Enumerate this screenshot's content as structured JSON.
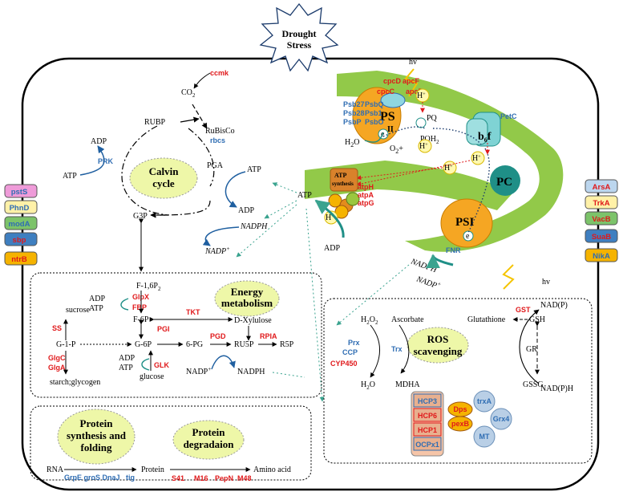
{
  "stress": {
    "line1": "Drought",
    "line2": "Stress"
  },
  "calvin": {
    "title_line1": "Calvin",
    "title_line2": "cycle",
    "ccmk": "ccmk",
    "co2": "CO",
    "co2_sub": "2",
    "rubp": "RUBP",
    "rubisco": "RuBisCo",
    "rbcs": "rbcs",
    "adp_left": "ADP",
    "prk": "PRK",
    "atp_left": "ATP",
    "pga": "PGA",
    "atp_right": "ATP",
    "adp_right": "ADP",
    "nadph": "NADPH",
    "nadp": "NADP",
    "nadp_sup": "+",
    "g3p": "G3P"
  },
  "transporters_left": [
    "pstS",
    "PhnD",
    "modA",
    "sbp",
    "ntrB"
  ],
  "transporters_right": [
    "ArsA",
    "TrkA",
    "VacB",
    "SuaB",
    "NikA"
  ],
  "photosynthesis": {
    "hv_top": "hv",
    "hv_bottom": "hv",
    "h_plus": "H",
    "pq": "PQ",
    "pqh2": "PQH",
    "pqh2_sub": "2",
    "cytb6f": "b",
    "cytb6f_sub": "6",
    "cytb6f_f": "f",
    "petc": "PetC",
    "ps2_label": "PS",
    "ps2_roman": "II",
    "ps1_label": "PSI",
    "pc": "PC",
    "fnr": "FNR",
    "h2o": "H",
    "h2o_mid": "2",
    "h2o_end": "O",
    "o2": "O",
    "o2_sub": "2",
    "plus": "+",
    "e_minus": "e",
    "atp": "ATP",
    "adp": "ADP",
    "nadph": "NADPH",
    "nadp": "NADP",
    "atp_synthesis": "ATP",
    "atp_synthesis2": "synthesis",
    "red_genes": [
      "cpcD",
      "apcF",
      "cpcC",
      "apcB"
    ],
    "blue_genes_left": [
      "Psb27",
      "PsbQ",
      "Psb28",
      "Psb1",
      "PsbP",
      "PsbO"
    ],
    "atp_genes": [
      "atpH",
      "atpA",
      "atpG"
    ]
  },
  "energy": {
    "title_line1": "Energy",
    "title_line2": "metabolism",
    "f16p2": "F-1,6P",
    "f16p2_sub": "2",
    "adp": "ADP",
    "atp": "ATP",
    "glpx": "GlpX",
    "fbp": "FBP",
    "f6p": "F-6P",
    "tkt": "TKT",
    "dxylulose": "D-Xylulose",
    "sucrose": "sucrose",
    "ss": "SS",
    "pgi": "PGI",
    "g1p": "G-1-P",
    "g6p": "G-6P",
    "pg6": "6-PG",
    "pgd": "PGD",
    "ru5p": "RU5P",
    "rpia": "RPIA",
    "r5p": "R5P",
    "glgc": "GlgC",
    "glga": "GlgA",
    "adp2": "ADP",
    "atp2": "ATP",
    "glk": "GLK",
    "glucose": "glucose",
    "starch": "starch;glycogen",
    "nadp": "NADP",
    "nadph": "NADPH"
  },
  "ros": {
    "title_line1": "ROS",
    "title_line2": "scavenging",
    "h2o2": "H",
    "h2o2_a": "2",
    "h2o2_b": "O",
    "h2o2_c": "2",
    "ascorbate": "Ascorbate",
    "glutathione": "Glutathione",
    "gst": "GST",
    "gsh": "GSH",
    "nadp": "NAD(P)",
    "nadph": "NAD(P)H",
    "gr": "GR",
    "gssg": "GSSG",
    "mdha": "MDHA",
    "prx": "Prx",
    "ccp": "CCP",
    "cyp450": "CYP450",
    "trx": "Trx",
    "h2o": "H",
    "h2o_sub": "2",
    "h2o_o": "O",
    "hcp_boxes": [
      "HCP3",
      "HCP6",
      "HCP1",
      "OCPx1"
    ],
    "dps": "Dps",
    "pexb": "pexB",
    "trxa": "trxA",
    "grx4": "Grx4",
    "mt": "MT"
  },
  "protein": {
    "synth_line1": "Protein",
    "synth_line2": "synthesis and",
    "synth_line3": "folding",
    "deg_line1": "Protein",
    "deg_line2": "degradaion",
    "rna": "RNA",
    "protein": "Protein",
    "amino_acid": "Amino acid",
    "chaperones": "GrpE  groS  DnaJ",
    "tig": "tig",
    "proteases": [
      "S41",
      "M16",
      "PepN",
      "M48"
    ]
  },
  "colors": {
    "red": "#e0191b",
    "blue": "#2f6db3",
    "membrane": "#8cc63f",
    "ps": "#f5a623",
    "teal": "#1f8f87",
    "bubble": "#eef7a8"
  }
}
